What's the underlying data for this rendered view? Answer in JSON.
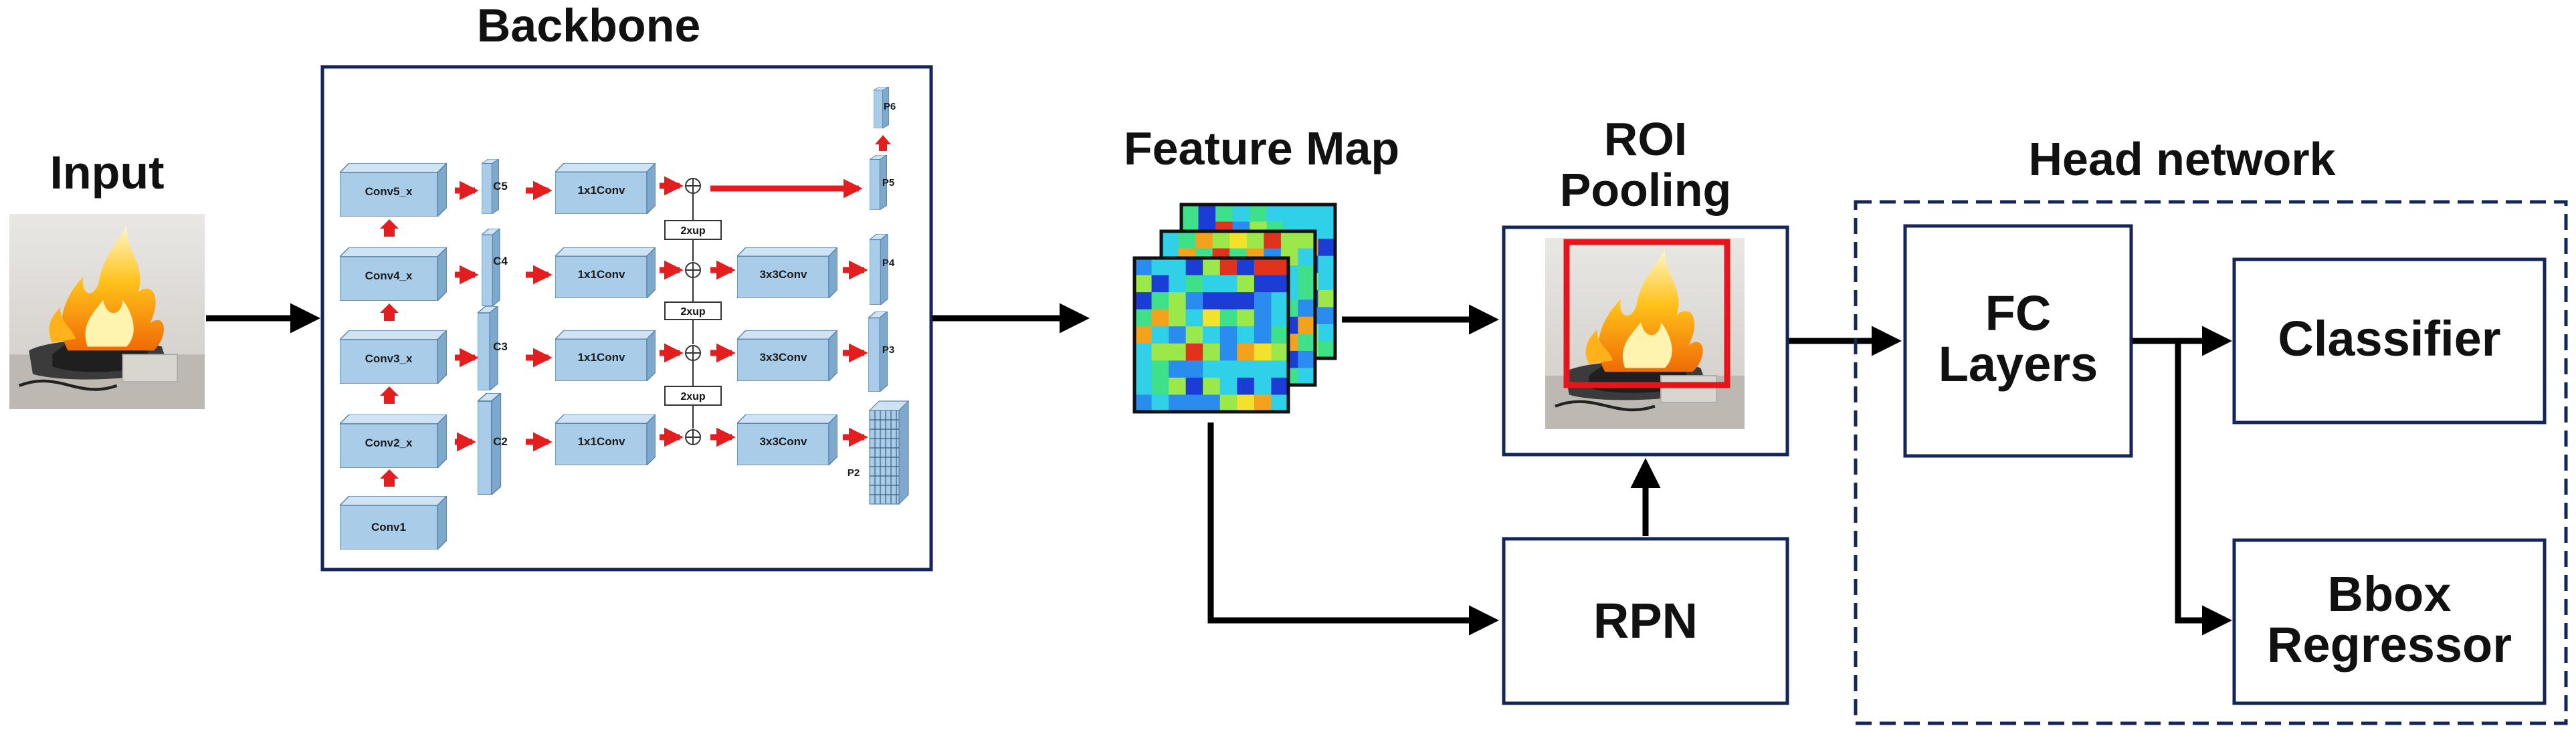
{
  "input": {
    "title": "Input"
  },
  "backbone": {
    "title": "Backbone",
    "stages": [
      "Conv1",
      "Conv2_x",
      "Conv3_x",
      "Conv4_x",
      "Conv5_x"
    ],
    "c_labels": [
      "C2",
      "C3",
      "C4",
      "C5"
    ],
    "lateral": "1x1Conv",
    "upsample": "2xup",
    "smooth": "3x3Conv",
    "p_labels": [
      "P2",
      "P3",
      "P4",
      "P5",
      "P6"
    ]
  },
  "feature_map": {
    "title": "Feature Map"
  },
  "roi": {
    "title_line1": "ROI",
    "title_line2": "Pooling"
  },
  "rpn": {
    "label": "RPN"
  },
  "head": {
    "title": "Head network",
    "fc_line1": "FC",
    "fc_line2": "Layers",
    "classifier": "Classifier",
    "bbox_line1": "Bbox",
    "bbox_line2": "Regressor"
  },
  "colors": {
    "box_border": "#13255a",
    "block_fill": "#a9cde9",
    "block_edge": "#5a86ad",
    "red_arrow": "#e41e1e",
    "roi_box": "#e8141a"
  },
  "icons": [
    "fire-photo",
    "fire-photo-roi",
    "heatmap-grid"
  ]
}
